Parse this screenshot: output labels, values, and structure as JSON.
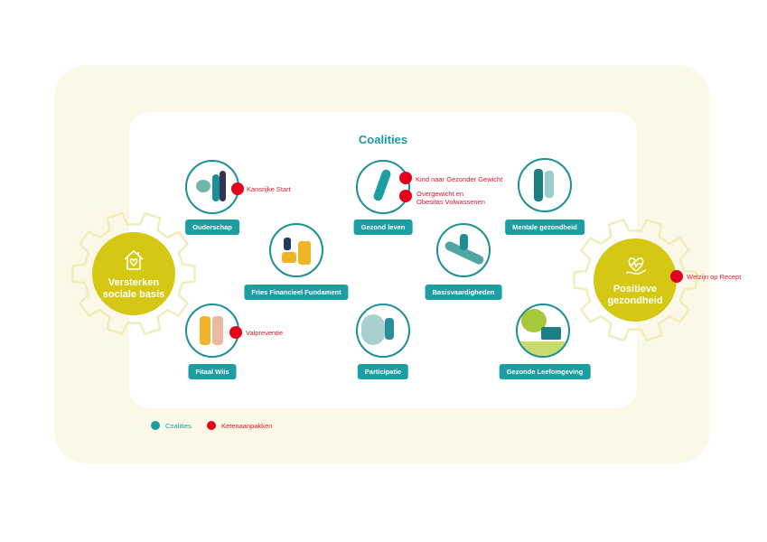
{
  "title": "Coalities",
  "hubs": {
    "left": {
      "label_line1": "Versterken",
      "label_line2": "sociale basis",
      "icon": "house-heart-icon"
    },
    "right": {
      "label_line1": "Positieve",
      "label_line2": "gezondheid",
      "icon": "hand-heart-icon"
    }
  },
  "coalitions": [
    {
      "label": "Ouderschap"
    },
    {
      "label": "Gezond leven"
    },
    {
      "label": "Mentale gezondheid"
    },
    {
      "label": "Fries Financieel Fundament"
    },
    {
      "label": "Basisvaardigheden"
    },
    {
      "label": "Fitaal Wiis"
    },
    {
      "label": "Participatie"
    },
    {
      "label": "Gezonde Leefomgeving"
    }
  ],
  "chain_approaches": {
    "kansrijke_start": "Kansrijke Start",
    "kind_gewicht": "Kind naar Gezonder Gewicht",
    "overgewicht_line1": "Overgewicht en",
    "overgewicht_line2": "Obesitas Volwassenen",
    "valpreventie": "Valpreventie",
    "welzijn": "Welzijn op Recept"
  },
  "legend": {
    "coalities": "Coalities",
    "ketenaanpakken": "Ketenaanpakken"
  },
  "colors": {
    "teal": "#1c9ea3",
    "red": "#e3001b",
    "yellow": "#d4c814",
    "cream": "#fbf8e8"
  }
}
